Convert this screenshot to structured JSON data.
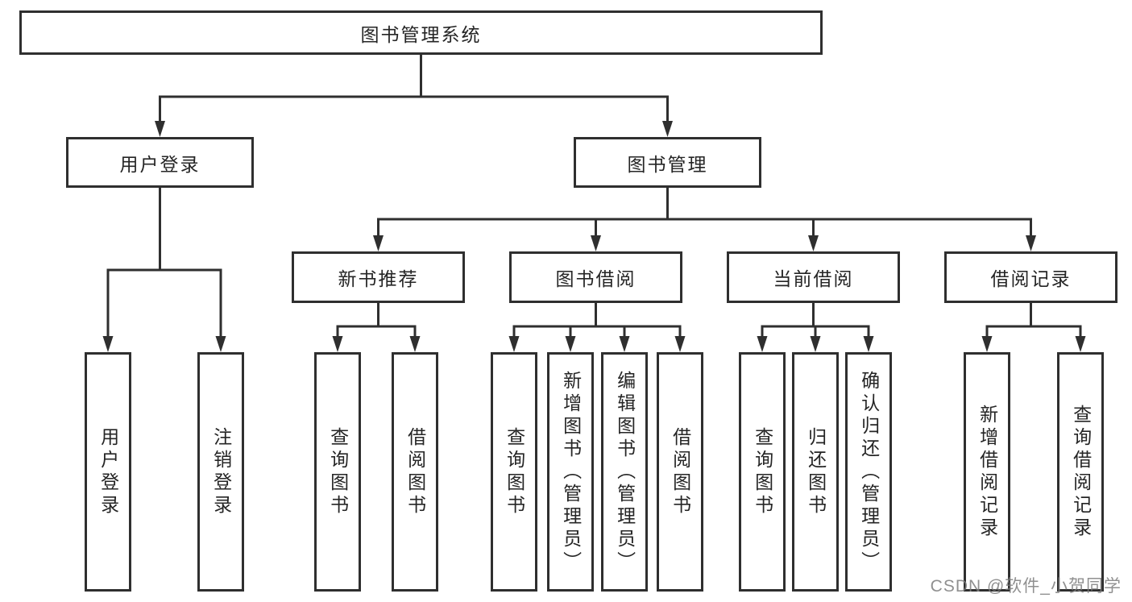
{
  "diagram": {
    "title": "图书管理系统",
    "level2": {
      "user_login": "用户登录",
      "book_management": "图书管理"
    },
    "level3": {
      "new_book_recommend": "新书推荐",
      "book_borrow": "图书借阅",
      "current_borrow": "当前借阅",
      "borrow_records": "借阅记录"
    },
    "leaves": {
      "user_login": [
        "用户登录",
        "注销登录"
      ],
      "new_book_recommend": [
        "查询图书",
        "借阅图书"
      ],
      "book_borrow": [
        "查询图书",
        "新增图书（管理员）",
        "编辑图书（管理员）",
        "借阅图书"
      ],
      "current_borrow": [
        "查询图书",
        "归还图书",
        "确认归还（管理员）"
      ],
      "borrow_records": [
        "新增借阅记录",
        "查询借阅记录"
      ]
    },
    "watermark": "CSDN @软件_小贺同学",
    "colors": {
      "line": "#2f2f2f",
      "box_border": "#2f2f2f",
      "box_background": "#ffffff",
      "text": "#252525",
      "watermark": "#8f8f8f",
      "background": "#ffffff"
    }
  }
}
